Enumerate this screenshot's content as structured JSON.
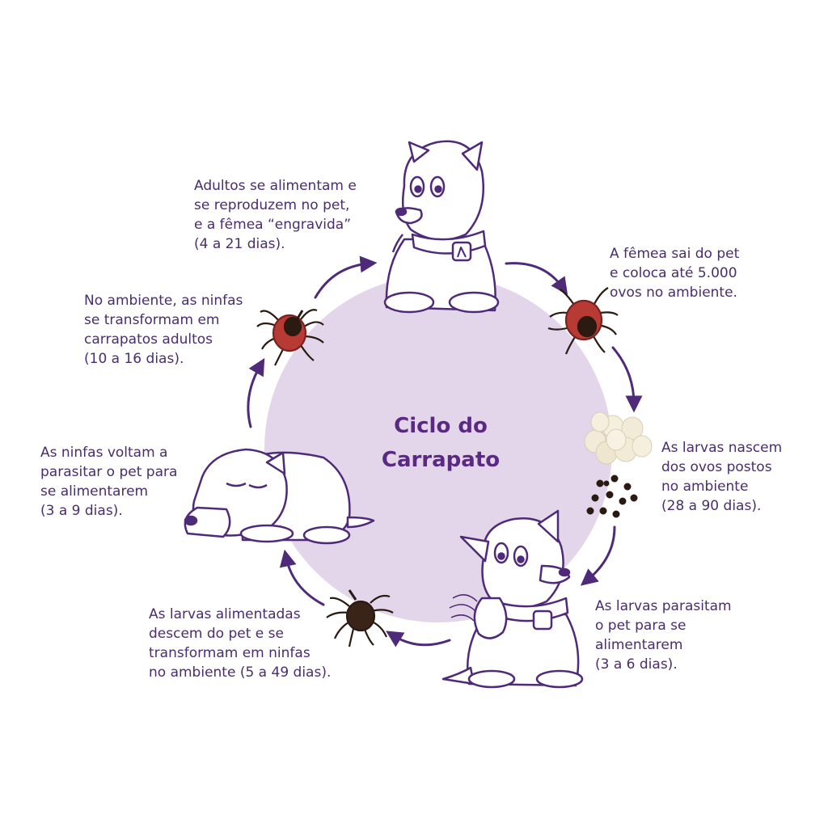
{
  "title": [
    "Ciclo do",
    "Carrapato"
  ],
  "colors": {
    "circle": "#e3d6ea",
    "arrow": "#4e2a78",
    "outline": "#4e2a78",
    "text": "#4a2d6d",
    "tick_red": "#b83a35",
    "tick_dark": "#2a1a12",
    "egg": "#f2ebd8"
  },
  "stages": [
    {
      "id": "adults-reproduce",
      "lines": [
        "Adultos se alimentam e",
        "se reproduzem no pet,",
        "e a fêmea “engravida”",
        "(4 a 21 dias)."
      ]
    },
    {
      "id": "female-lays-eggs",
      "lines": [
        "A fêmea sai do pet",
        "e coloca até 5.000",
        "ovos no ambiente."
      ]
    },
    {
      "id": "larvae-hatch",
      "lines": [
        "As larvas nascem",
        "dos ovos postos",
        "no ambiente",
        "(28 a 90 dias)."
      ]
    },
    {
      "id": "larvae-parasitize",
      "lines": [
        "As larvas parasitam",
        "o pet para se",
        "alimentarem",
        "(3 a 6 dias)."
      ]
    },
    {
      "id": "larvae-to-nymphs",
      "lines": [
        "As larvas alimentadas",
        "descem do pet e se",
        "transformam em ninfas",
        "no ambiente (5 a 49 dias)."
      ]
    },
    {
      "id": "nymphs-parasitize",
      "lines": [
        "As ninfas voltam a",
        "parasitar o pet para",
        "se alimentarem",
        "(3 a 9 dias)."
      ]
    },
    {
      "id": "nymphs-to-adults",
      "lines": [
        "No ambiente, as ninfas",
        "se transformam em",
        "carrapatos adultos",
        "(10 a 16 dias)."
      ]
    }
  ]
}
